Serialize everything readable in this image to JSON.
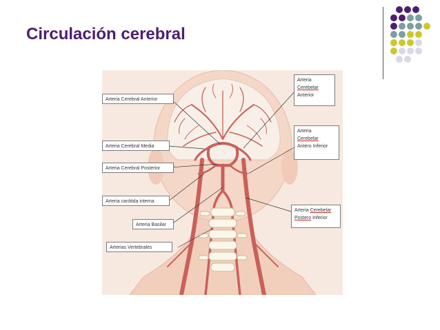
{
  "slide": {
    "title": "Circulación cerebral"
  },
  "labels": {
    "cerebral_anterior": "Arteria Cerebral Anterior",
    "cerebral_media": "Arteria Cerebral  Media",
    "cerebral_posterior": "Arteria Cerebral Posterior",
    "carotida_interna": "Arteria carótida interna",
    "basilar": "Arteria Basilar",
    "vertebrales": "Arterias Vertebrales",
    "cerebelar_anterior_l1": "Arteria",
    "cerebelar_anterior_l2": "Cerebelar",
    "cerebelar_anterior_l3": "Anterior",
    "cerebelar_antero_l1": "Arteria",
    "cerebelar_antero_l2": "Cerebelar",
    "cerebelar_antero_l3": "Antero Inferior",
    "cerebelar_postero_l1a": "Arteria ",
    "cerebelar_postero_l1b": "Cerebelar",
    "cerebelar_postero_l2a": "Postero",
    "cerebelar_postero_l2b": " Inferior"
  },
  "colors": {
    "title": "#4b1f6f",
    "purple": "#4b1f6f",
    "teal": "#7d9ea2",
    "olive": "#c9c82e",
    "lavender": "#d8d8e8",
    "artery": "#c9605a",
    "skin": "#f2d4c4"
  }
}
